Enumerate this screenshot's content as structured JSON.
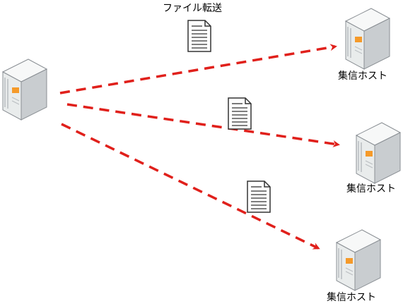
{
  "diagram": {
    "transfer_label": "ファイル転送",
    "receivers": [
      {
        "label": "集信ホスト"
      },
      {
        "label": "集信ホスト"
      },
      {
        "label": "集信ホスト"
      }
    ],
    "colors": {
      "arrow": "#e0201b",
      "server_badge": "#f59a2a",
      "server_body": "#eef0f0"
    }
  }
}
